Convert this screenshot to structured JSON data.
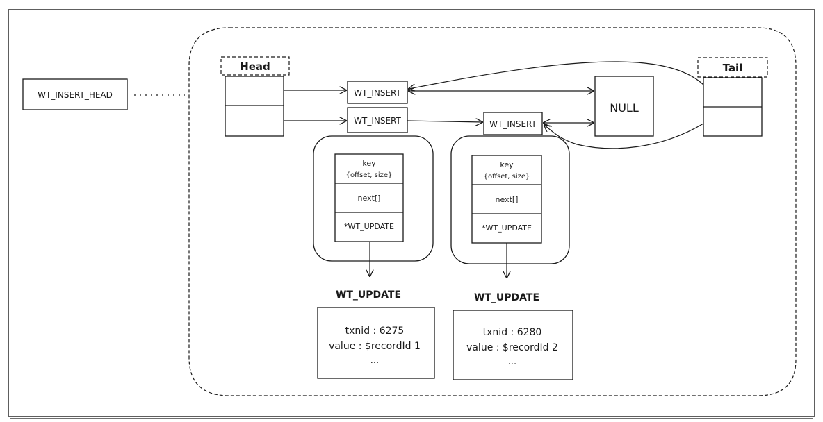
{
  "insert_head_label": "WT_INSERT_HEAD",
  "head_label": "Head",
  "tail_label": "Tail",
  "null_label": "NULL",
  "insert_label": "WT_INSERT",
  "node_fields": {
    "key": "key",
    "key_detail": "{offset, size}",
    "next": "next[]",
    "update_ptr": "*WT_UPDATE"
  },
  "updates": [
    {
      "title": "WT_UPDATE",
      "txnid": "txnid : 6275",
      "value": "value : $recordId 1",
      "more": "..."
    },
    {
      "title": "WT_UPDATE",
      "txnid": "txnid : 6280",
      "value": "value : $recordId 2",
      "more": "..."
    }
  ]
}
